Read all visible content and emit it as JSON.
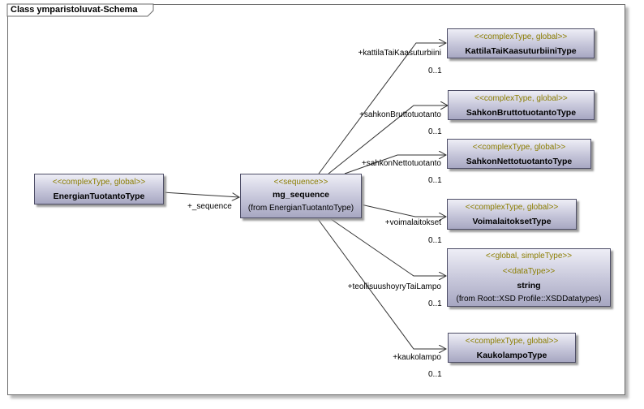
{
  "frame": {
    "title": "Class ymparistoluvat-Schema"
  },
  "classes": {
    "energia": {
      "stereotype": "<<complexType, global>>",
      "name": "EnergianTuotantoType"
    },
    "mgseq": {
      "stereotype": "<<sequence>>",
      "name": "mg_sequence",
      "from": "(from EnergianTuotantoType)"
    },
    "kattila": {
      "stereotype": "<<complexType, global>>",
      "name": "KattilaTaiKaasuturbiiniType"
    },
    "sahkonbrutto": {
      "stereotype": "<<complexType, global>>",
      "name": "SahkonBruttotuotantoType"
    },
    "sahkonnetto": {
      "stereotype": "<<complexType, global>>",
      "name": "SahkonNettotuotantoType"
    },
    "voimalaitokset": {
      "stereotype": "<<complexType, global>>",
      "name": "VoimalaitoksetType"
    },
    "string": {
      "stereotype": "<<global, simpleType>>",
      "stereotype2": "<<dataType>>",
      "name": "string",
      "from": "(from Root::XSD Profile::XSDDatatypes)"
    },
    "kaukolampo": {
      "stereotype": "<<complexType, global>>",
      "name": "KaukolampoType"
    }
  },
  "associations": {
    "sequence": {
      "role": "+_sequence"
    },
    "kattila": {
      "role": "+kattilaTaiKaasuturbiini",
      "multiplicity": "0..1"
    },
    "sahkonbrutto": {
      "role": "+sahkonBruttotuotanto",
      "multiplicity": "0..1"
    },
    "sahkonnetto": {
      "role": "+sahkonNettotuotanto",
      "multiplicity": "0..1"
    },
    "voimalaitokset": {
      "role": "+voimalaitokset",
      "multiplicity": "0..1"
    },
    "teollisuus": {
      "role": "+teollisuushoyryTaiLampo",
      "multiplicity": "0..1"
    },
    "kaukolampo": {
      "role": "+kaukolampo",
      "multiplicity": "0..1"
    }
  },
  "colors": {
    "stereotype": "#8b7d00",
    "border": "#4d4d66",
    "box_fill_top": "#eeeef6",
    "box_fill_bottom": "#a7a7c2"
  }
}
